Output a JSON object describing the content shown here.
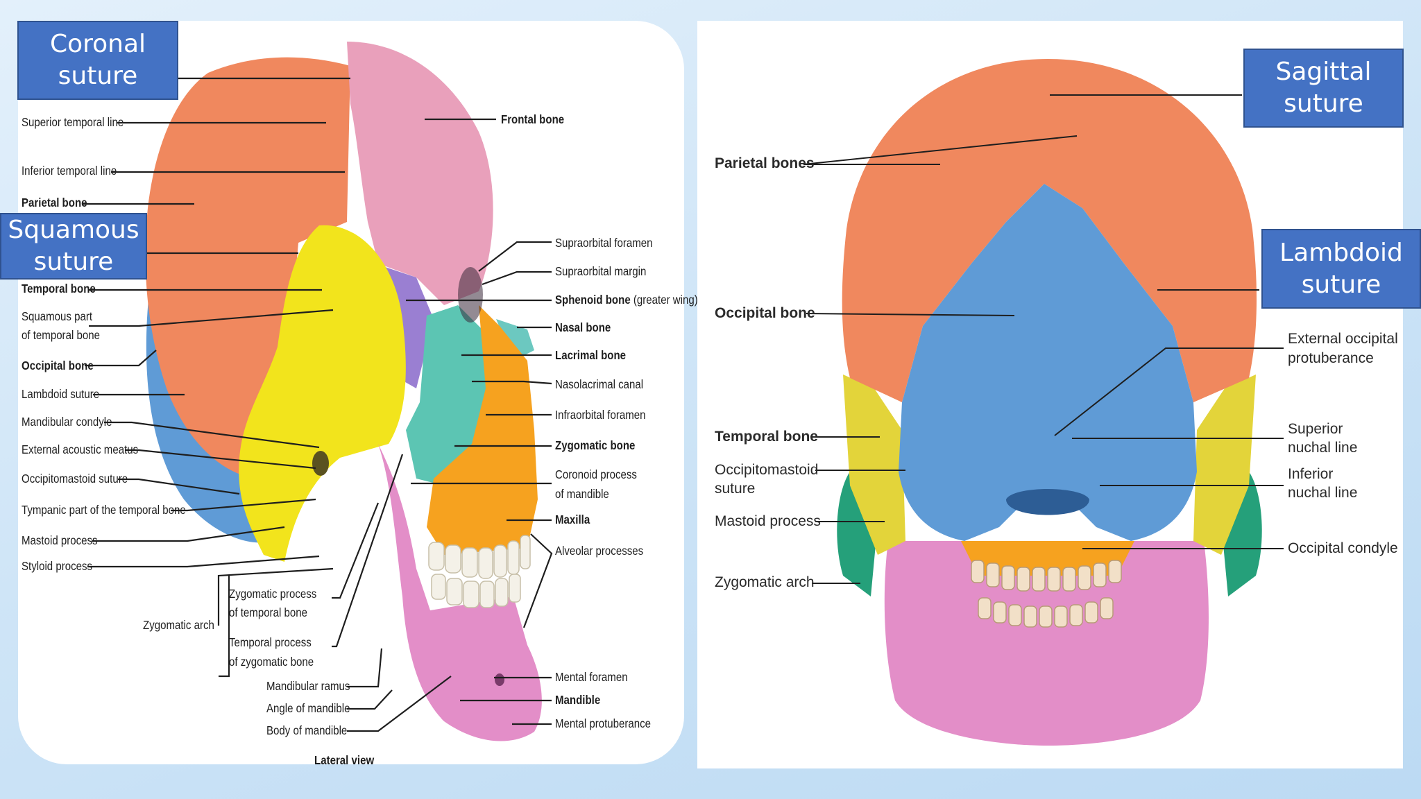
{
  "lateral": {
    "caption": "Lateral view",
    "labels": {
      "superior_temporal_line": "Superior temporal line",
      "inferior_temporal_line": "Inferior temporal line",
      "parietal_bone": "Parietal bone",
      "temporal_bone": "Temporal bone",
      "squamous_part_1": "Squamous part",
      "squamous_part_2": "of temporal bone",
      "occipital_bone": "Occipital bone",
      "lambdoid_suture": "Lambdoid suture",
      "mandibular_condyle": "Mandibular condyle",
      "external_acoustic_meatus": "External acoustic meatus",
      "occipitomastoid_suture": "Occipitomastoid suture",
      "tympanic_part": "Tympanic part of the temporal bone",
      "mastoid_process": "Mastoid process",
      "styloid_process": "Styloid process",
      "zygomatic_arch": "Zygomatic arch",
      "zyg_process_temporal_1": "Zygomatic process",
      "zyg_process_temporal_2": "of temporal bone",
      "temporal_process_1": "Temporal process",
      "temporal_process_2": "of zygomatic bone",
      "mandibular_ramus": "Mandibular ramus",
      "angle_of_mandible": "Angle of mandible",
      "body_of_mandible": "Body of mandible",
      "frontal_bone": "Frontal bone",
      "supraorbital_foramen": "Supraorbital foramen",
      "supraorbital_margin": "Supraorbital margin",
      "sphenoid_bone": "Sphenoid bone",
      "sphenoid_suffix": "(greater wing)",
      "nasal_bone": "Nasal bone",
      "lacrimal_bone": "Lacrimal bone",
      "nasolacrimal_canal": "Nasolacrimal canal",
      "infraorbital_foramen": "Infraorbital foramen",
      "zygomatic_bone": "Zygomatic bone",
      "coronoid_1": "Coronoid process",
      "coronoid_2": "of mandible",
      "maxilla": "Maxilla",
      "alveolar_processes": "Alveolar processes",
      "mental_foramen": "Mental foramen",
      "mandible": "Mandible",
      "mental_protuberance": "Mental protuberance"
    }
  },
  "posterior": {
    "labels": {
      "parietal_bones": "Parietal bones",
      "occipital_bone": "Occipital bone",
      "temporal_bone": "Temporal bone",
      "occipitomastoid_1": "Occipitomastoid",
      "occipitomastoid_2": "suture",
      "mastoid_process": "Mastoid process",
      "zygomatic_arch": "Zygomatic arch",
      "ext_occ_prot_1": "External occipital",
      "ext_occ_prot_2": "protuberance",
      "superior_nuchal_1": "Superior",
      "superior_nuchal_2": "nuchal line",
      "inferior_nuchal_1": "Inferior",
      "inferior_nuchal_2": "nuchal line",
      "occipital_condyle": "Occipital condyle"
    }
  },
  "callouts": {
    "coronal_1": "Coronal",
    "coronal_2": "suture",
    "squamous_1": "Squamous",
    "squamous_2": "suture",
    "sagittal_1": "Sagittal",
    "sagittal_2": "suture",
    "lambdoid_1": "Lambdoid",
    "lambdoid_2": "suture"
  },
  "colors": {
    "callout_fill": "#4472c4",
    "parietal": "#f0885e",
    "frontal": "#e9a0bb",
    "temporal": "#f2e41c",
    "occipital": "#5f9bd6",
    "sphenoid": "#9a7fd2",
    "zygomatic": "#5cc5b3",
    "maxilla": "#f6a21f",
    "mandible": "#e38ec8"
  }
}
